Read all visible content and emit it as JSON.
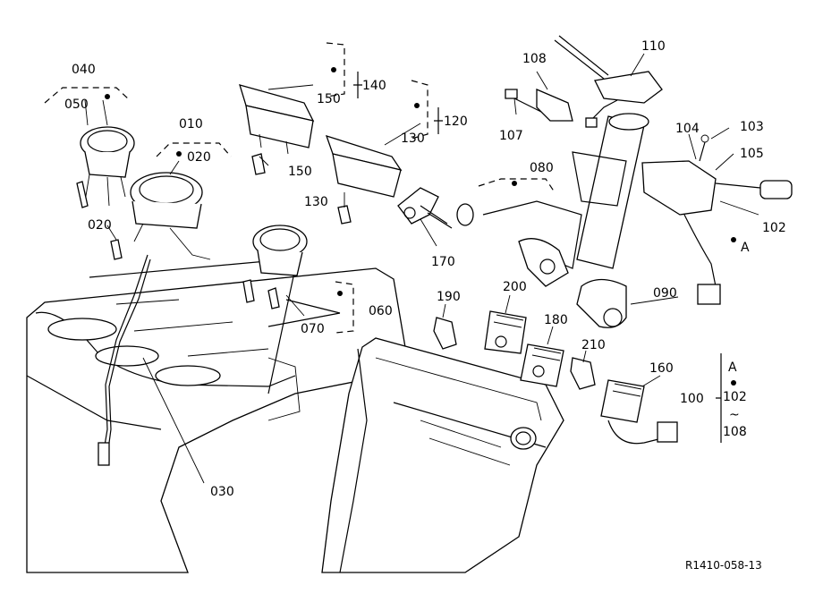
{
  "diagram": {
    "reference": "R1410-058-13",
    "callouts": {
      "c040": "040",
      "c050": "050",
      "c010": "010",
      "c020a": "020",
      "c020b": "020",
      "c150a": "150",
      "c140": "140",
      "c150b": "150",
      "c130a": "130",
      "c120": "120",
      "c130b": "130",
      "c108a": "108",
      "c110": "110",
      "c107": "107",
      "c080": "080",
      "c104": "104",
      "c103": "103",
      "c105": "105",
      "c102a": "102",
      "cA1": "A",
      "c170": "170",
      "c190": "190",
      "c200": "200",
      "c090": "090",
      "c180": "180",
      "c210": "210",
      "c160": "160",
      "c060": "060",
      "c070": "070",
      "c030": "030",
      "c100": "100",
      "cA2": "A",
      "c102b": "102",
      "ctilde": "~",
      "c108b": "108"
    }
  }
}
